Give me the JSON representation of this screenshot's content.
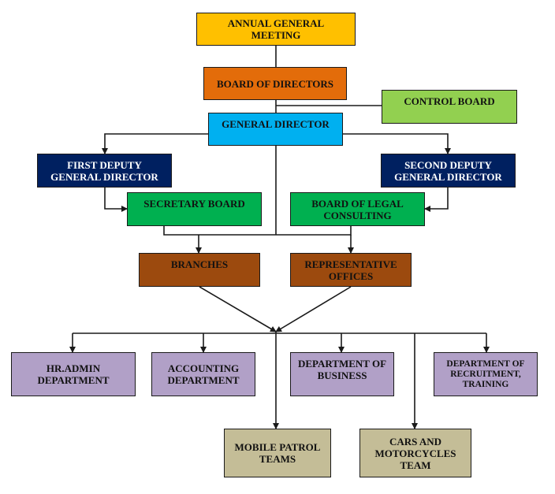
{
  "nodes": {
    "agm": {
      "label": "ANNUAL GENERAL\nMEETING",
      "color": "#FFC000"
    },
    "bod": {
      "label": "BOARD OF DIRECTORS",
      "color": "#E36C0A"
    },
    "cb": {
      "label": "CONTROL BOARD",
      "color": "#92D050"
    },
    "gd": {
      "label": "GENERAL DIRECTOR",
      "color": "#00B0F0"
    },
    "fd": {
      "label": "FIRST DEPUTY\nGENERAL DIRECTOR",
      "color": "#002060"
    },
    "sd": {
      "label": "SECOND DEPUTY\nGENERAL DIRECTOR",
      "color": "#002060"
    },
    "sec": {
      "label": "SECRETARY BOARD",
      "color": "#00B050"
    },
    "legal": {
      "label": "BOARD OF LEGAL\nCONSULTING",
      "color": "#00B050"
    },
    "br": {
      "label": "BRANCHES",
      "color": "#9C4A0E"
    },
    "rep": {
      "label": "REPRESENTATIVE\nOFFICES",
      "color": "#9C4A0E"
    },
    "hr": {
      "label": "HR.ADMIN\nDEPARTMENT",
      "color": "#B1A0C7"
    },
    "acc": {
      "label": "ACCOUNTING\nDEPARTMENT",
      "color": "#B1A0C7"
    },
    "bus": {
      "label": "DEPARTMENT OF\nBUSINESS",
      "color": "#B1A0C7"
    },
    "rec": {
      "label": "DEPARTMENT OF\nRECRUITMENT,\nTRAINING",
      "color": "#B1A0C7"
    },
    "mob": {
      "label": "MOBILE PATROL\nTEAMS",
      "color": "#C4BD97"
    },
    "cars": {
      "label": "CARS AND\nMOTORCYCLES\nTEAM",
      "color": "#C4BD97"
    }
  },
  "line_color": "#1a1a1a"
}
